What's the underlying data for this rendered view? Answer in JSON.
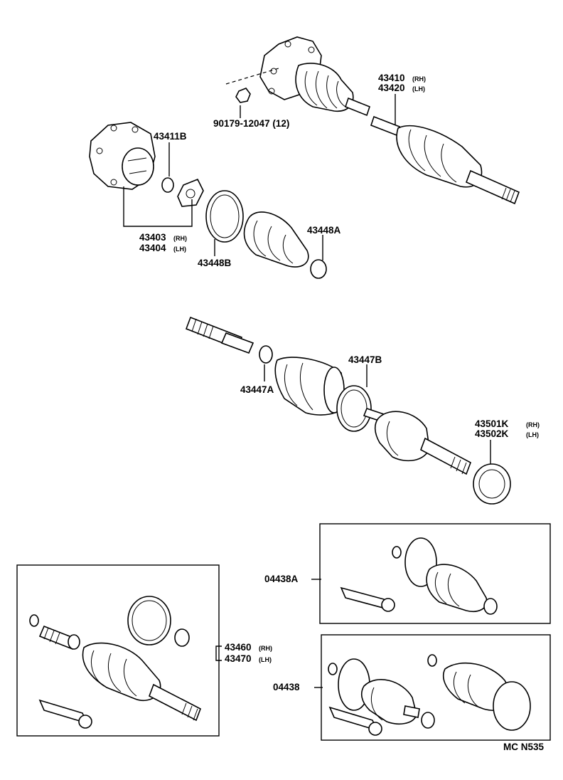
{
  "labels": {
    "p43410": "43410",
    "p43410_side": "(RH)",
    "p43420": "43420",
    "p43420_side": "(LH)",
    "p90179": "90179-12047 (12)",
    "p43411B": "43411B",
    "p43403": "43403",
    "p43403_side": "(RH)",
    "p43404": "43404",
    "p43404_side": "(LH)",
    "p43448A": "43448A",
    "p43448B": "43448B",
    "p43447B": "43447B",
    "p43447A": "43447A",
    "p43501K": "43501K",
    "p43501K_side": "(RH)",
    "p43502K": "43502K",
    "p43502K_side": "(LH)",
    "p04438A": "04438A",
    "p43460": "43460",
    "p43460_side": "(RH)",
    "p43470": "43470",
    "p43470_side": "(LH)",
    "p04438": "04438",
    "footer": "MC  N535"
  }
}
